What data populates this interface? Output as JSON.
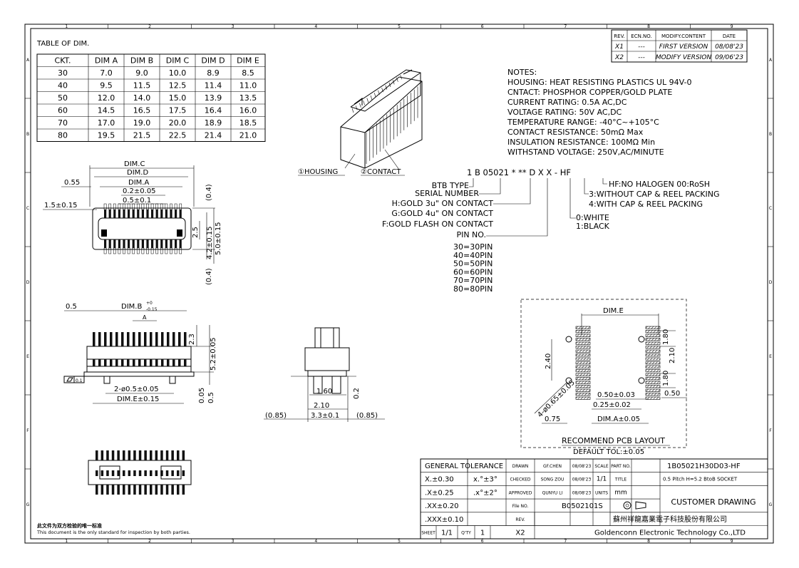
{
  "zones": {
    "columns": [
      "1",
      "2",
      "3",
      "4",
      "5",
      "6",
      "7",
      "8",
      "9"
    ],
    "rows": [
      "A",
      "B",
      "C",
      "D",
      "E",
      "F",
      "G"
    ]
  },
  "dim_table": {
    "title": "TABLE OF DIM.",
    "headers": [
      "CKT.",
      "DIM A",
      "DIM B",
      "DIM C",
      "DIM D",
      "DIM E"
    ],
    "rows": [
      [
        "30",
        "7.0",
        "9.0",
        "10.0",
        "8.9",
        "8.5"
      ],
      [
        "40",
        "9.5",
        "11.5",
        "12.5",
        "11.4",
        "11.0"
      ],
      [
        "50",
        "12.0",
        "14.0",
        "15.0",
        "13.9",
        "13.5"
      ],
      [
        "60",
        "14.5",
        "16.5",
        "17.5",
        "16.4",
        "16.0"
      ],
      [
        "70",
        "17.0",
        "19.0",
        "20.0",
        "18.9",
        "18.5"
      ],
      [
        "80",
        "19.5",
        "21.5",
        "22.5",
        "21.4",
        "21.0"
      ]
    ]
  },
  "revisions": {
    "headers": [
      "REV.",
      "ECN.NO.",
      "MODIFY.CONTENT",
      "DATE"
    ],
    "rows": [
      [
        "X1",
        "---",
        "FIRST VERSION",
        "08/08'23"
      ],
      [
        "X2",
        "---",
        "MODIFY VERSION",
        "09/06'23"
      ]
    ]
  },
  "notes": [
    "NOTES:",
    "HOUSING: HEAT RESISTING PLASTICS UL 94V-0",
    "CNTACT: PHOSPHOR COPPER/GOLD PLATE",
    "CURRENT RATING: 0.5A AC,DC",
    "VOLTAGE RATING: 50V AC,DC",
    "TEMPERATURE RANGE: -40°C~+105°C",
    "CONTACT RESISTANCE: 50mΩ Max",
    "INSULATION RESISTANCE: 100MΩ Min",
    "WITHSTAND VOLTAGE: 250V,AC/MINUTE"
  ],
  "iso_labels": {
    "housing": "①HOUSING",
    "contact": "②CONTACT"
  },
  "part_code": {
    "code": "1 B 05021 * ** D X X - HF",
    "left_labels": [
      "BTB TYPE",
      "SERIAL NUMBER",
      "H:GOLD 3u\" ON CONTACT",
      "G:GOLD 4u\" ON CONTACT",
      "F:GOLD FLASH ON CONTACT",
      "PIN NO."
    ],
    "pin_options": [
      "30=30PIN",
      "40=40PIN",
      "50=50PIN",
      "60=60PIN",
      "70=70PIN",
      "80=80PIN"
    ],
    "right_labels": [
      "HF:NO HALOGEN 00:RoSH",
      "3:WITHOUT CAP & REEL PACKING",
      "4:WITH CAP & REEL PACKING",
      "0:WHITE",
      "1:BLACK"
    ]
  },
  "top_view_dims": {
    "dim_c": "DIM.C",
    "dim_d": "DIM.D",
    "dim_a": "DIM.A",
    "d1": "0.2±0.05",
    "d2": "0.5±0.1",
    "d3": "0.55",
    "d4": "1.5±0.15",
    "v1": "(0.4)",
    "v2": "2.5",
    "v3": "4.2±0.15",
    "v4": "5.0±0.15",
    "v5": "(0.4)"
  },
  "front_view_dims": {
    "d1": "0.5",
    "dim_b": "DIM.B",
    "dim_b_tol_up": "+0",
    "dim_b_tol_dn": "-0.15",
    "a": "A",
    "v1": "2.3",
    "v2": "5.2±0.05",
    "v3": "0.05",
    "v4": "0.5",
    "d2": "2-ø0.5±0.05",
    "dim_e": "DIM.E±0.15",
    "flatness": "0.1"
  },
  "side_view_dims": {
    "d1": "1.60",
    "d2": "2.10",
    "d3": "3.3±0.1",
    "d4": "(0.85)",
    "d5": "(0.85)",
    "d6": "0.2"
  },
  "pcb_layout": {
    "dim_e": "DIM.E",
    "d1": "1.80",
    "d2": "2.10",
    "d3": "1.80",
    "d4": "2.40",
    "d5": "4-ø0.65±0.05",
    "d6": "0.50±0.03",
    "d7": "0.50",
    "d8": "0.25±0.02",
    "d9": "0.75",
    "d10": "DIM.A±0.05",
    "title": "RECOMMEND PCB LAYOUT",
    "subtitle": "DEFAULT TOL:±0.05"
  },
  "title_block": {
    "tolerance": [
      "GENERAL TOLERANCE",
      "X.±0.30",
      ".X±0.25",
      ".XX±0.20",
      ".XXX±0.10"
    ],
    "angle": [
      "x.°±3°",
      ".x°±2°"
    ],
    "drawn_label": "DRAWN",
    "drawn_by": "GF.CHEN",
    "drawn_date": "08/08'23",
    "checked_label": "CHECKED",
    "checked_by": "SONG ZOU",
    "checked_date": "08/08'23",
    "approved_label": "APPROVED",
    "approved_by": "QUNYU LI",
    "approved_date": "08/08'23",
    "file_label": "File NO.",
    "file_no": "B0502101S",
    "rev_label": "REV.",
    "rev": "X2",
    "scale_label": "SCALE",
    "scale": "1/1",
    "units_label": "UNITS",
    "units": "mm",
    "part_label": "PART NO.",
    "part_no": "1B05021H30D03-HF",
    "title_label": "TITLE",
    "title": "0.5 Pitch H=5.2 BtoB SOCKET",
    "customer": "CUSTOMER DRAWING",
    "company_cn": "蘇州祥龍嘉業電子科技股份有限公司",
    "company_en": "Goldenconn Electronic Technology Co.,LTD",
    "sheet_label": "SHEET",
    "sheet": "1/1",
    "qty_label": "Q'TY",
    "qty": "1"
  },
  "footer": {
    "cn": "此文件为双方检验的唯一标准",
    "en": "This document is the only standard for inspection by both parties."
  }
}
